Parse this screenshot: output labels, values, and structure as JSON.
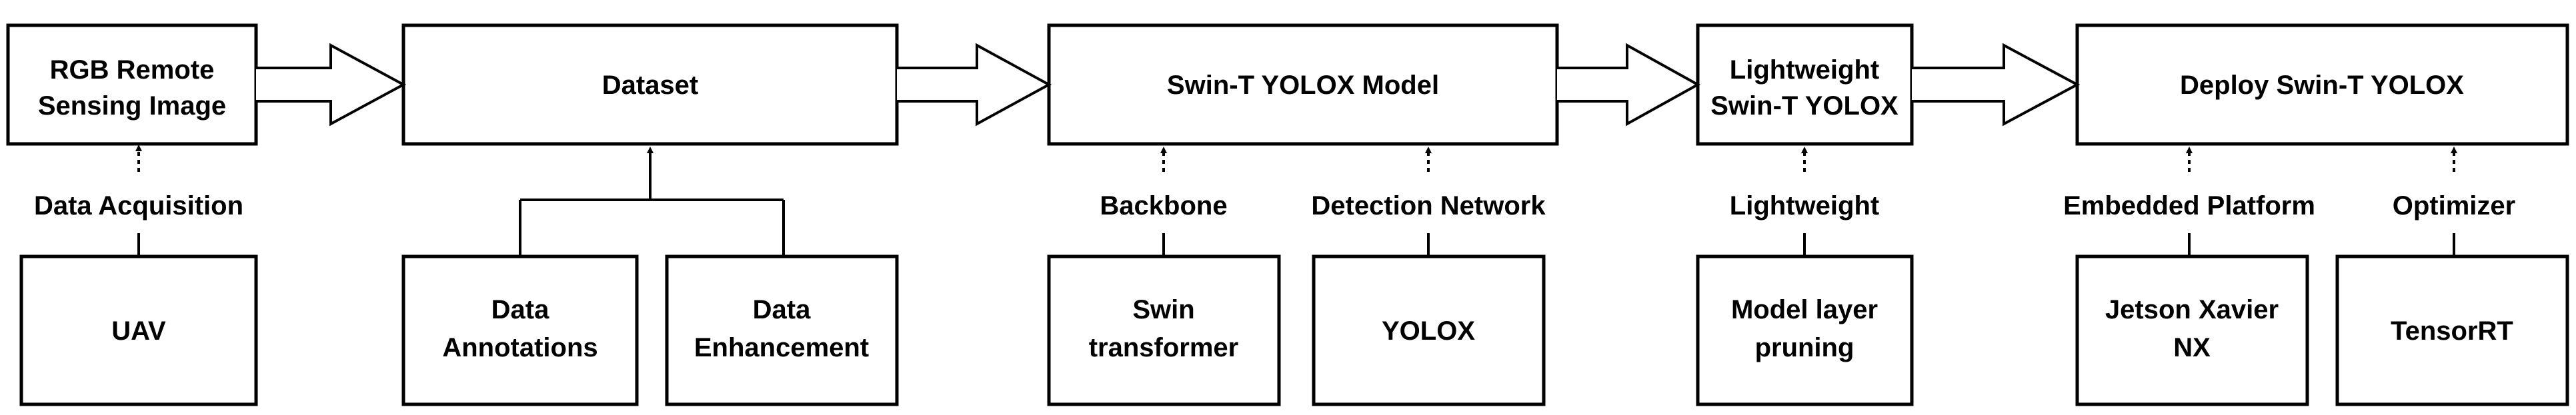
{
  "top_row": {
    "rgb_image": [
      "RGB Remote",
      "Sensing Image"
    ],
    "dataset": "Dataset",
    "model": "Swin-T YOLOX Model",
    "lightweight_model": [
      "Lightweight",
      "Swin-T YOLOX"
    ],
    "deploy": "Deploy Swin-T YOLOX"
  },
  "labels": {
    "data_acquisition": "Data Acquisition",
    "backbone": "Backbone",
    "detection_network": "Detection Network",
    "lightweight": "Lightweight",
    "embedded_platform": "Embedded Platform",
    "optimizer": "Optimizer"
  },
  "bottom_row": {
    "uav": "UAV",
    "data_annotations": [
      "Data",
      "Annotations"
    ],
    "data_enhancement": [
      "Data",
      "Enhancement"
    ],
    "swin_transformer": [
      "Swin",
      "transformer"
    ],
    "yolox": "YOLOX",
    "model_layer_pruning": [
      "Model layer",
      "pruning"
    ],
    "jetson": [
      "Jetson Xavier",
      "NX"
    ],
    "tensorrt": "TensorRT"
  }
}
